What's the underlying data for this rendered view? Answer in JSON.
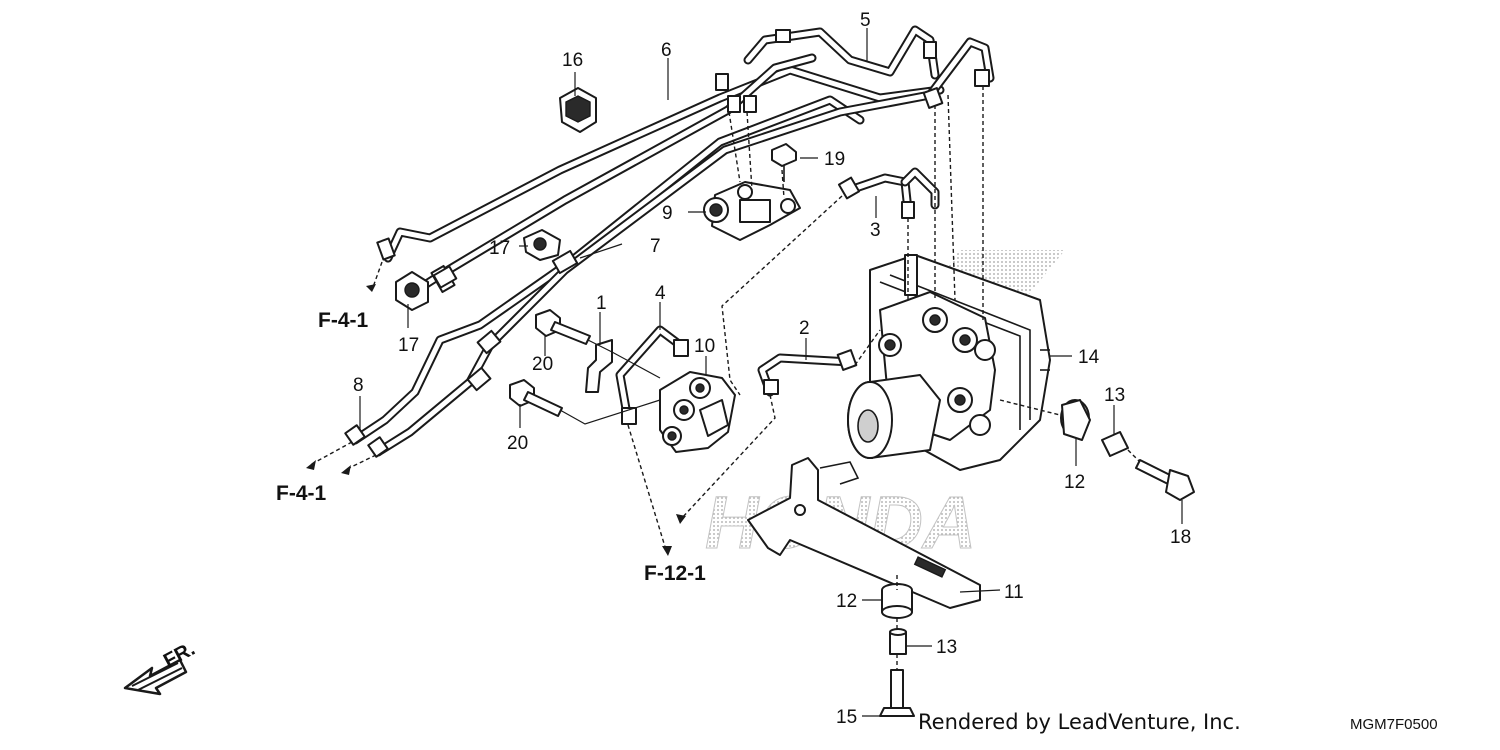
{
  "callouts": {
    "c1": "1",
    "c2": "2",
    "c3": "3",
    "c4": "4",
    "c5": "5",
    "c6": "6",
    "c7": "7",
    "c8": "8",
    "c9": "9",
    "c10": "10",
    "c11": "11",
    "c12a": "12",
    "c12b": "12",
    "c13a": "13",
    "c13b": "13",
    "c14": "14",
    "c15": "15",
    "c16": "16",
    "c17a": "17",
    "c17b": "17",
    "c18": "18",
    "c19": "19",
    "c20a": "20",
    "c20b": "20"
  },
  "references": {
    "f41_top": "F-4-1",
    "f41_bottom": "F-4-1",
    "f121": "F-12-1"
  },
  "direction_label": "FR.",
  "watermark": "HONDA",
  "footer": {
    "credit": "Rendered by LeadVenture, Inc.",
    "code": "MGM7F0500"
  },
  "icons": [
    "front-direction-arrow-icon"
  ]
}
